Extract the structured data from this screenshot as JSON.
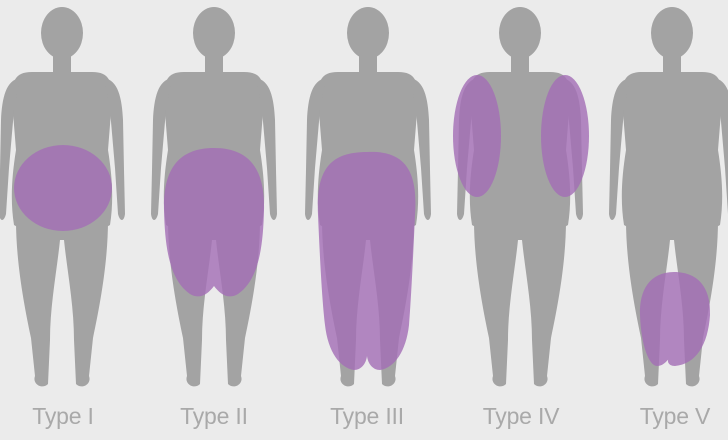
{
  "colors": {
    "background": "#ebebeb",
    "silhouette": "#a3a3a3",
    "highlight": "#a36fb6",
    "label": "#a9a9a9"
  },
  "figures": [
    {
      "label": "Type I",
      "region": "hips-and-upper-thighs"
    },
    {
      "label": "Type II",
      "region": "hips-and-full-thighs"
    },
    {
      "label": "Type III",
      "region": "hips-thighs-and-legs"
    },
    {
      "label": "Type IV",
      "region": "arms"
    },
    {
      "label": "Type V",
      "region": "lower-legs"
    }
  ]
}
